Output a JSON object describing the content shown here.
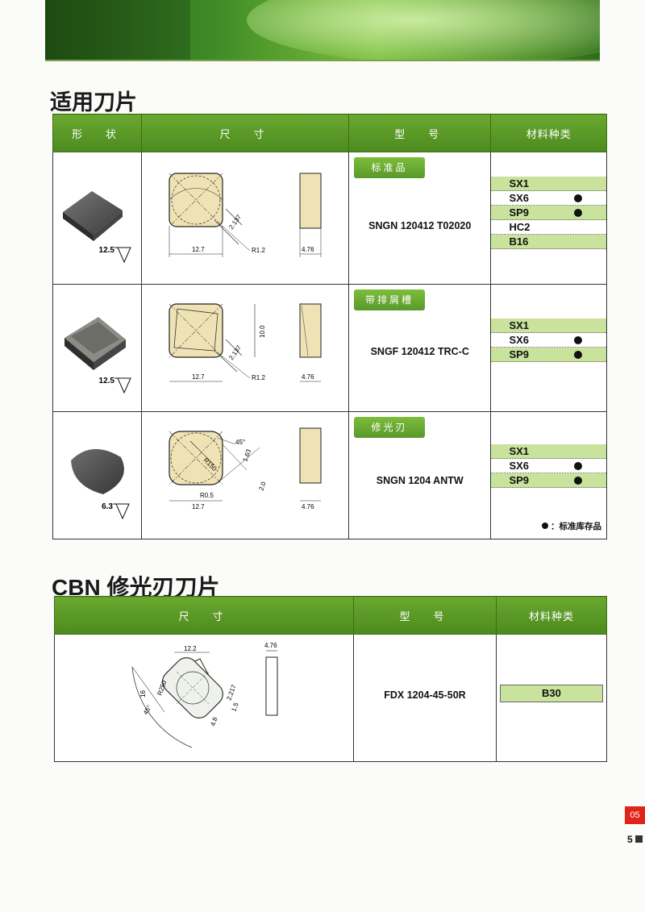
{
  "section1": {
    "title": "适用刀片"
  },
  "table1": {
    "headers": {
      "shape": "形　状",
      "dimension": "尺　寸",
      "model": "型　号",
      "material": "材料种类"
    },
    "rows": [
      {
        "surface": "12.5",
        "dims": {
          "d": "2.137",
          "w": "12.7",
          "r": "R1.2",
          "t": "4.76"
        },
        "tag": "标准品",
        "model": "SNGN 120412 T02020",
        "materials": [
          {
            "name": "SX1",
            "stock": false
          },
          {
            "name": "SX6",
            "stock": true
          },
          {
            "name": "SP9",
            "stock": true
          },
          {
            "name": "HC2",
            "stock": false
          },
          {
            "name": "B16",
            "stock": false
          }
        ]
      },
      {
        "surface": "12.5",
        "dims": {
          "d": "2.137",
          "w": "12.7",
          "r": "R1.2",
          "t": "4.76",
          "h": "10.0"
        },
        "tag": "带排屑槽",
        "model": "SNGF 120412 TRC-C",
        "materials": [
          {
            "name": "SX1",
            "stock": false
          },
          {
            "name": "SX6",
            "stock": true
          },
          {
            "name": "SP9",
            "stock": true
          }
        ]
      },
      {
        "surface": "6.3",
        "dims": {
          "angle": "45°",
          "r150": "R150",
          "a": "1.63",
          "b": "2.0",
          "r": "R0.5",
          "w": "12.7",
          "t": "4.76"
        },
        "tag": "修光刃",
        "model": "SNGN 1204 ANTW",
        "materials": [
          {
            "name": "SX1",
            "stock": false
          },
          {
            "name": "SX6",
            "stock": true
          },
          {
            "name": "SP9",
            "stock": true
          }
        ]
      }
    ],
    "note": "：标准库存品"
  },
  "section2": {
    "title": "CBN 修光刃刀片"
  },
  "table2": {
    "headers": {
      "dimension": "尺　寸",
      "model": "型　号",
      "material": "材料种类"
    },
    "dims": {
      "w": "12.2",
      "t": "4.76",
      "r": "R250",
      "h": "16",
      "angle": "45°",
      "a": "2.217",
      "b": "1.5",
      "c": "4.8"
    },
    "model": "FDX 1204-45-50R",
    "material": "B30"
  },
  "footer": {
    "tab": "05",
    "page": "5"
  },
  "colors": {
    "header_green": "#5a9a27",
    "material_green": "#c9e39d",
    "tab_red": "#e2231a"
  }
}
